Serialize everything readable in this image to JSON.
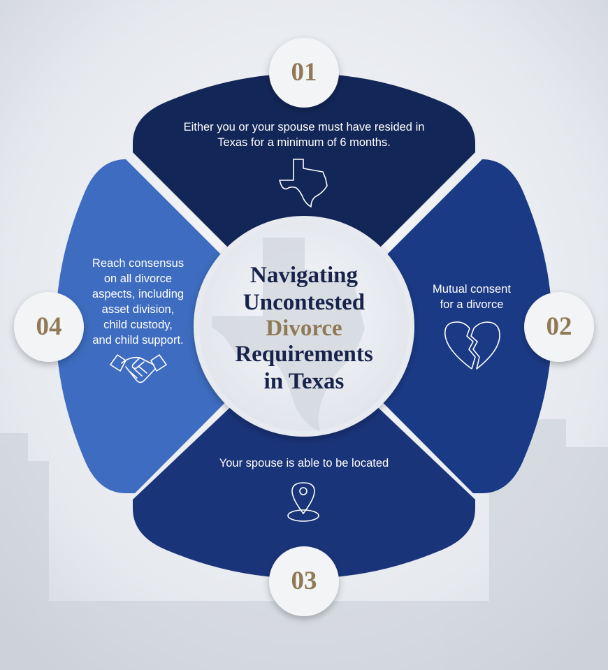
{
  "title": {
    "line1": "Navigating",
    "line2": "Uncontested",
    "line3": "Divorce",
    "line4": "Requirements",
    "line5": "in Texas"
  },
  "steps": [
    {
      "number": "01",
      "line1": "Either you or your spouse must have resided in",
      "line2": "Texas for a minimum  of 6 months.",
      "icon": "texas-map-icon"
    },
    {
      "number": "02",
      "line1": "Mutual consent",
      "line2": "for a divorce",
      "icon": "broken-heart-icon"
    },
    {
      "number": "03",
      "line1": "Your spouse is able to be located",
      "icon": "location-pin-icon"
    },
    {
      "number": "04",
      "line1": "Reach consensus",
      "line2": "on all divorce",
      "line3": "aspects, including",
      "line4": "asset division,",
      "line5": "child custody,",
      "line6": "and child support.",
      "icon": "handshake-icon"
    }
  ],
  "colors": {
    "segment_top": "#132658",
    "segment_right": "#1b3a86",
    "segment_bottom": "#1a3479",
    "segment_left": "#3d6cc0",
    "number_gold": "#8f7a55",
    "title_navy": "#17234a"
  }
}
